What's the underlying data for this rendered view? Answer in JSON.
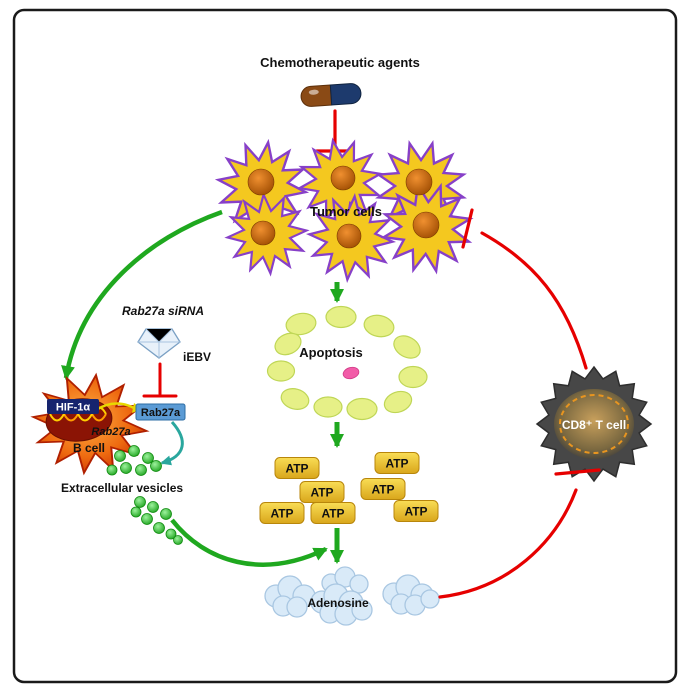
{
  "labels": {
    "chemo_agents": "Chemotherapeutic agents",
    "tumor_cells": "Tumor cells",
    "apoptosis": "Apoptosis",
    "atp": "ATP",
    "adenosine": "Adenosine",
    "cd8_t_cell": "CD8⁺ T cell",
    "rab27a_sirna": "Rab27a siRNA",
    "iebv": "iEBV",
    "rab27a_box": "Rab27a",
    "hif1a": "HIF-1α",
    "rab27a_cell": "Rab27a",
    "b_cell": "B cell",
    "extracellular_vesicles": "Extracellular vesicles"
  },
  "colors": {
    "arrow_green": "#1fa81f",
    "inhibit_red": "#e60000",
    "arrow_teal": "#2aa79e",
    "tumor_fill": "#f4c81f",
    "tumor_outline": "#8740c8",
    "atp_fill": "#f2c71d",
    "cloud_fill": "#d9eaf8",
    "bcell_fill": "#e05510",
    "cd8_fill": "#474747",
    "rab27a_box_fill": "#5b9bd5"
  }
}
